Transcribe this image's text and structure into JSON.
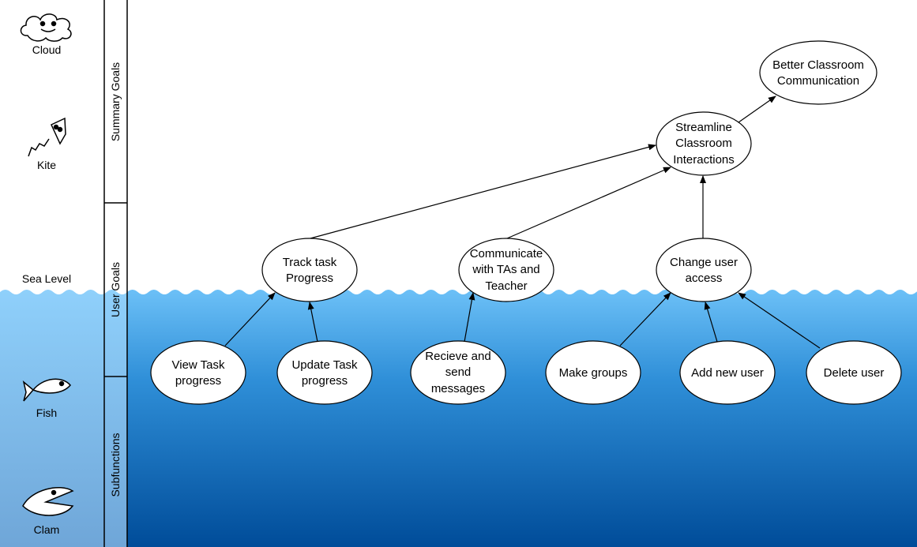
{
  "levels": {
    "cloud": "Cloud",
    "kite": "Kite",
    "sea_level": "Sea Level",
    "fish": "Fish",
    "clam": "Clam"
  },
  "lanes": {
    "summary": "Summary Goals",
    "user": "User Goals",
    "sub": "Subfunctions"
  },
  "goals": {
    "better": [
      "Better Classroom",
      "Communication"
    ],
    "streamline": [
      "Streamline",
      "Classroom",
      "Interactions"
    ],
    "track": [
      "Track task",
      "Progress"
    ],
    "communicate": [
      "Communicate",
      "with TAs and",
      "Teacher"
    ],
    "change": [
      "Change user",
      "access"
    ],
    "view": [
      "View Task",
      "progress"
    ],
    "update": [
      "Update Task",
      "progress"
    ],
    "recieve": [
      "Recieve and",
      "send",
      "messages"
    ],
    "makegroups": [
      "Make groups"
    ],
    "adduser": [
      "Add new user"
    ],
    "deleteuser": [
      "Delete user"
    ]
  },
  "colors": {
    "sea_top": "#63b8f5",
    "sea_bottom": "#004c99",
    "node_fill": "#ffffff",
    "stroke": "#000000"
  }
}
